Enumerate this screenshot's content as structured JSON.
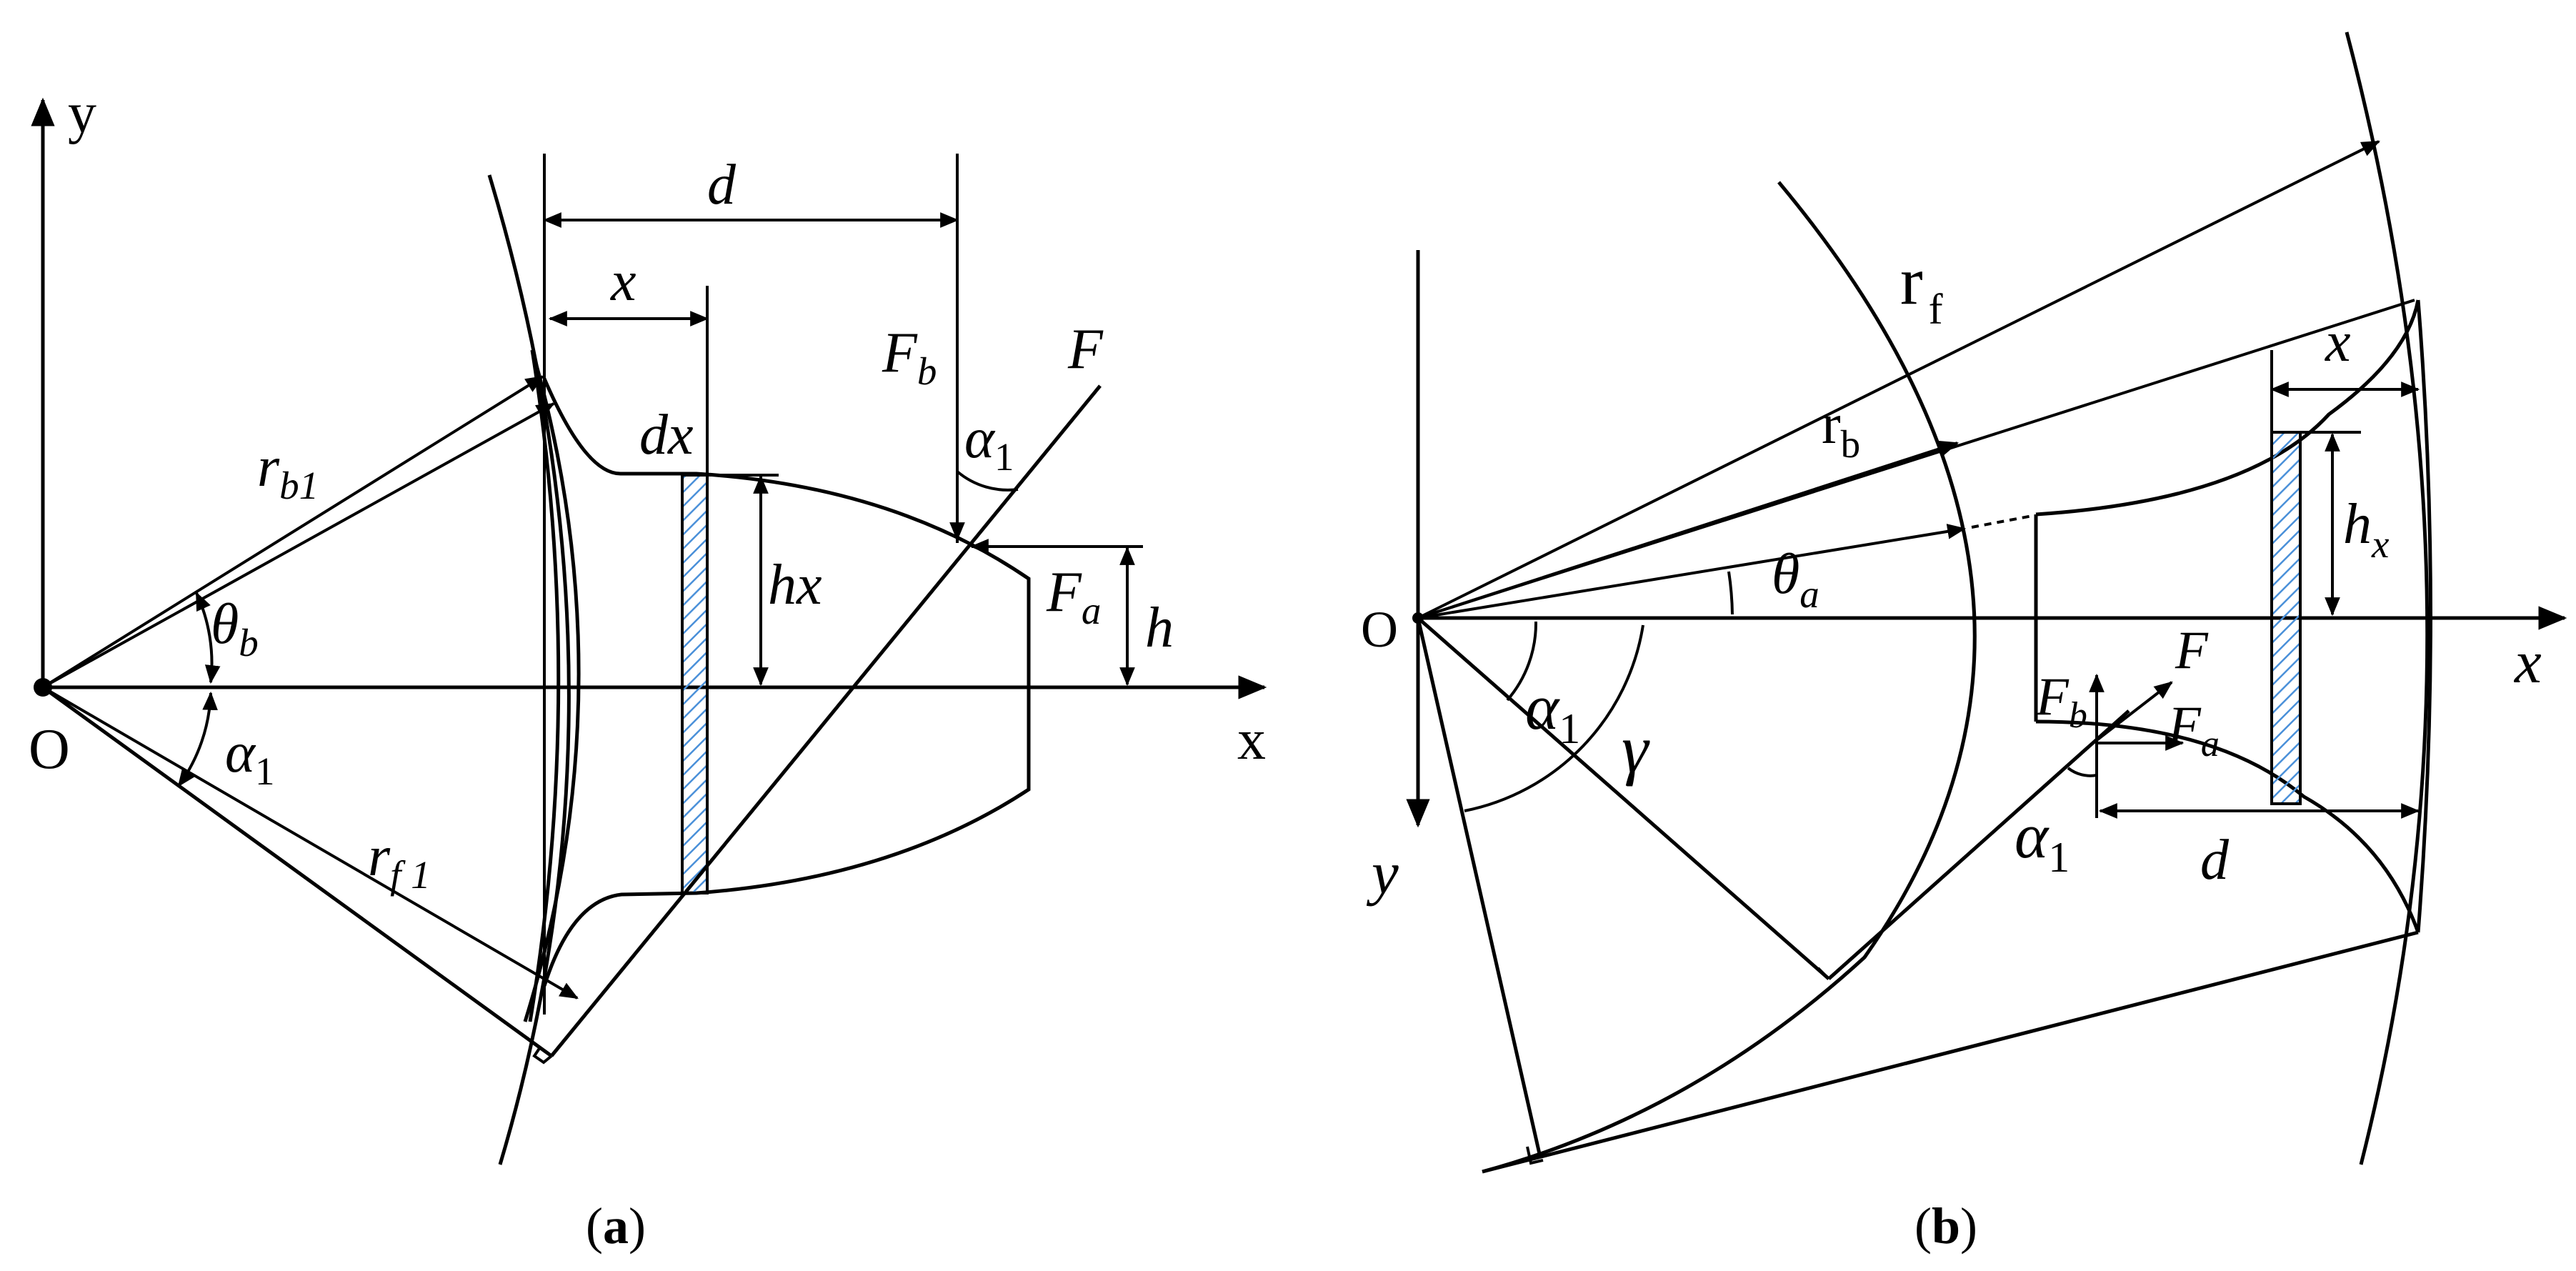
{
  "figure": {
    "colors": {
      "stroke": "#000000",
      "hatch": "#4a90d9",
      "background": "#ffffff"
    },
    "panel_a": {
      "caption_open": "(",
      "caption_letter": "a",
      "caption_close": ")",
      "label_y": "y",
      "label_x": "x",
      "label_O": "O",
      "label_d": "d",
      "label_x_dim": "x",
      "label_dx": "dx",
      "label_hx": "hx",
      "label_h": "h",
      "label_F": "F",
      "label_Fb_base": "F",
      "label_Fb_sub": "b",
      "label_Fa_base": "F",
      "label_Fa_sub": "a",
      "label_alpha_top_base": "α",
      "label_alpha_top_sub": "1",
      "label_alpha_bot_base": "α",
      "label_alpha_bot_sub": "1",
      "label_theta_base": "θ",
      "label_theta_sub": "b",
      "label_rb_base": "r",
      "label_rb_sub": "b1",
      "label_rf_base": "r",
      "label_rf_sub": "f 1"
    },
    "panel_b": {
      "caption_open": "(",
      "caption_letter": "b",
      "caption_close": ")",
      "label_O": "O",
      "label_x": "x",
      "label_y": "y",
      "label_rf_base": "r",
      "label_rf_sub": "f",
      "label_rb_base": "r",
      "label_rb_sub": "b",
      "label_theta_base": "θ",
      "label_theta_sub": "a",
      "label_alpha_base": "α",
      "label_alpha_sub": "1",
      "label_gamma": "γ",
      "label_F": "F",
      "label_Fb_base": "F",
      "label_Fb_sub": "b",
      "label_Fa_base": "F",
      "label_Fa_sub": "a",
      "label_alpha2_base": "α",
      "label_alpha2_sub": "1",
      "label_d": "d",
      "label_x_dim": "x",
      "label_hx_base": "h",
      "label_hx_sub": "x"
    }
  }
}
